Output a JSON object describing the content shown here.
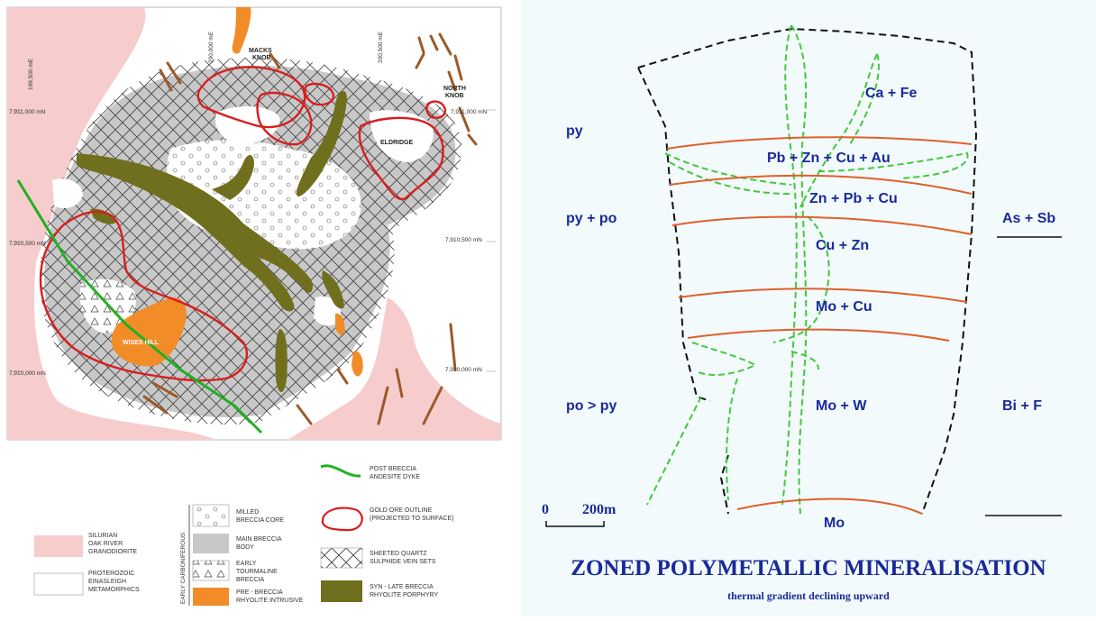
{
  "map": {
    "grid_labels": {
      "e1": "199,500 mE",
      "e2": "200,000 mE",
      "e3": "200,500 mE",
      "n1": "7,911,000 mN",
      "n2": "7,910,500 mN",
      "n3": "7,910,000 mN",
      "n1r": "7,911,000 mN",
      "n2r": "7,910,500 mN",
      "n3r": "7,910,000 mN"
    },
    "places": {
      "macks": [
        "MACKS",
        "KNOB"
      ],
      "north": [
        "NORTH",
        "KNOB"
      ],
      "eldridge": "ELDRIDGE",
      "wises": "WISES HILL"
    },
    "legend": {
      "silurian": [
        "SILURIAN",
        "OAK RIVER",
        "GRANODIORITE"
      ],
      "proterozoic": [
        "PROTEROZOIC",
        "EINASLEIGH",
        "METAMORPHICS"
      ],
      "early_carb": "EARLY CARBONIFEROUS",
      "milled": [
        "MILLED",
        "BRECCIA CORE"
      ],
      "main": [
        "MAIN BRECCIA",
        "BODY"
      ],
      "tourmaline": [
        "EARLY",
        "TOURMALINE",
        "BRECCIA"
      ],
      "pre": [
        "PRE - BRECCIA",
        "RHYOLITE INTRUSIVE"
      ],
      "dyke": [
        "POST BRECCIA",
        "ANDESITE DYKE"
      ],
      "gold": [
        "GOLD ORE OUTLINE",
        "(PROJECTED TO SURFACE)"
      ],
      "quartz": [
        "SHEETED QUARTZ",
        "SULPHIDE VEIN SETS"
      ],
      "syn": [
        "SYN - LATE BRECCIA",
        "RHYOLITE PORPHYRY"
      ]
    },
    "colors": {
      "granodiorite": "#f6cccc",
      "breccia": "#c8c8c8",
      "rhyolite": "#f28c28",
      "porphyry": "#6f6f1e",
      "gold_outline": "#d81e1e",
      "dyke": "#22b022",
      "vein": "#9c5a2a"
    }
  },
  "zonation": {
    "title": "ZONED POLYMETALLIC MINERALISATION",
    "subtitle": "thermal gradient declining upward",
    "zones": [
      "Ca + Fe",
      "Pb + Zn + Cu + Au",
      "Zn + Pb + Cu",
      "Cu + Zn",
      "Mo + Cu",
      "Mo + W",
      "Mo"
    ],
    "left_labels": [
      "py",
      "py + po",
      "po > py"
    ],
    "right_labels": [
      "As + Sb",
      "Bi + F"
    ],
    "scale": {
      "zero": "0",
      "length": "200m"
    },
    "colors": {
      "text": "#1a2a9a",
      "zone_line": "#e0602a",
      "dash_green": "#44c83a"
    }
  }
}
